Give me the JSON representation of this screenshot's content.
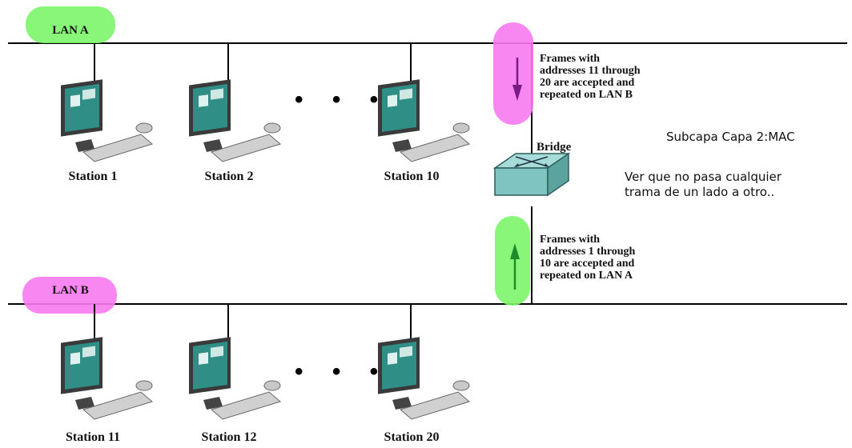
{
  "lans": {
    "a": {
      "label": "LAN A"
    },
    "b": {
      "label": "LAN B"
    }
  },
  "stations": {
    "s1": "Station 1",
    "s2": "Station 2",
    "s10": "Station 10",
    "s11": "Station 11",
    "s12": "Station 12",
    "s20": "Station 20"
  },
  "ellipsis": "• • •",
  "bridge": {
    "label": "Bridge"
  },
  "frames": {
    "a_to_b": "Frames with\naddresses 11 through\n20 are accepted and\nrepeated on LAN B",
    "b_to_a": "Frames with\naddresses 1 through\n10 are accepted and\nrepeated on LAN A"
  },
  "notes": {
    "sublayer": "Subcapa Capa 2:MAC",
    "filter": "Ver que no pasa  cualquier\ntrama de un lado a otro.."
  },
  "colors": {
    "green_highlight": "#7CF56B",
    "magenta_highlight": "#F77AF0",
    "down_arrow": "#7A1C86",
    "up_arrow": "#1E8A2A",
    "bridge_body": "#7FC4C0"
  }
}
